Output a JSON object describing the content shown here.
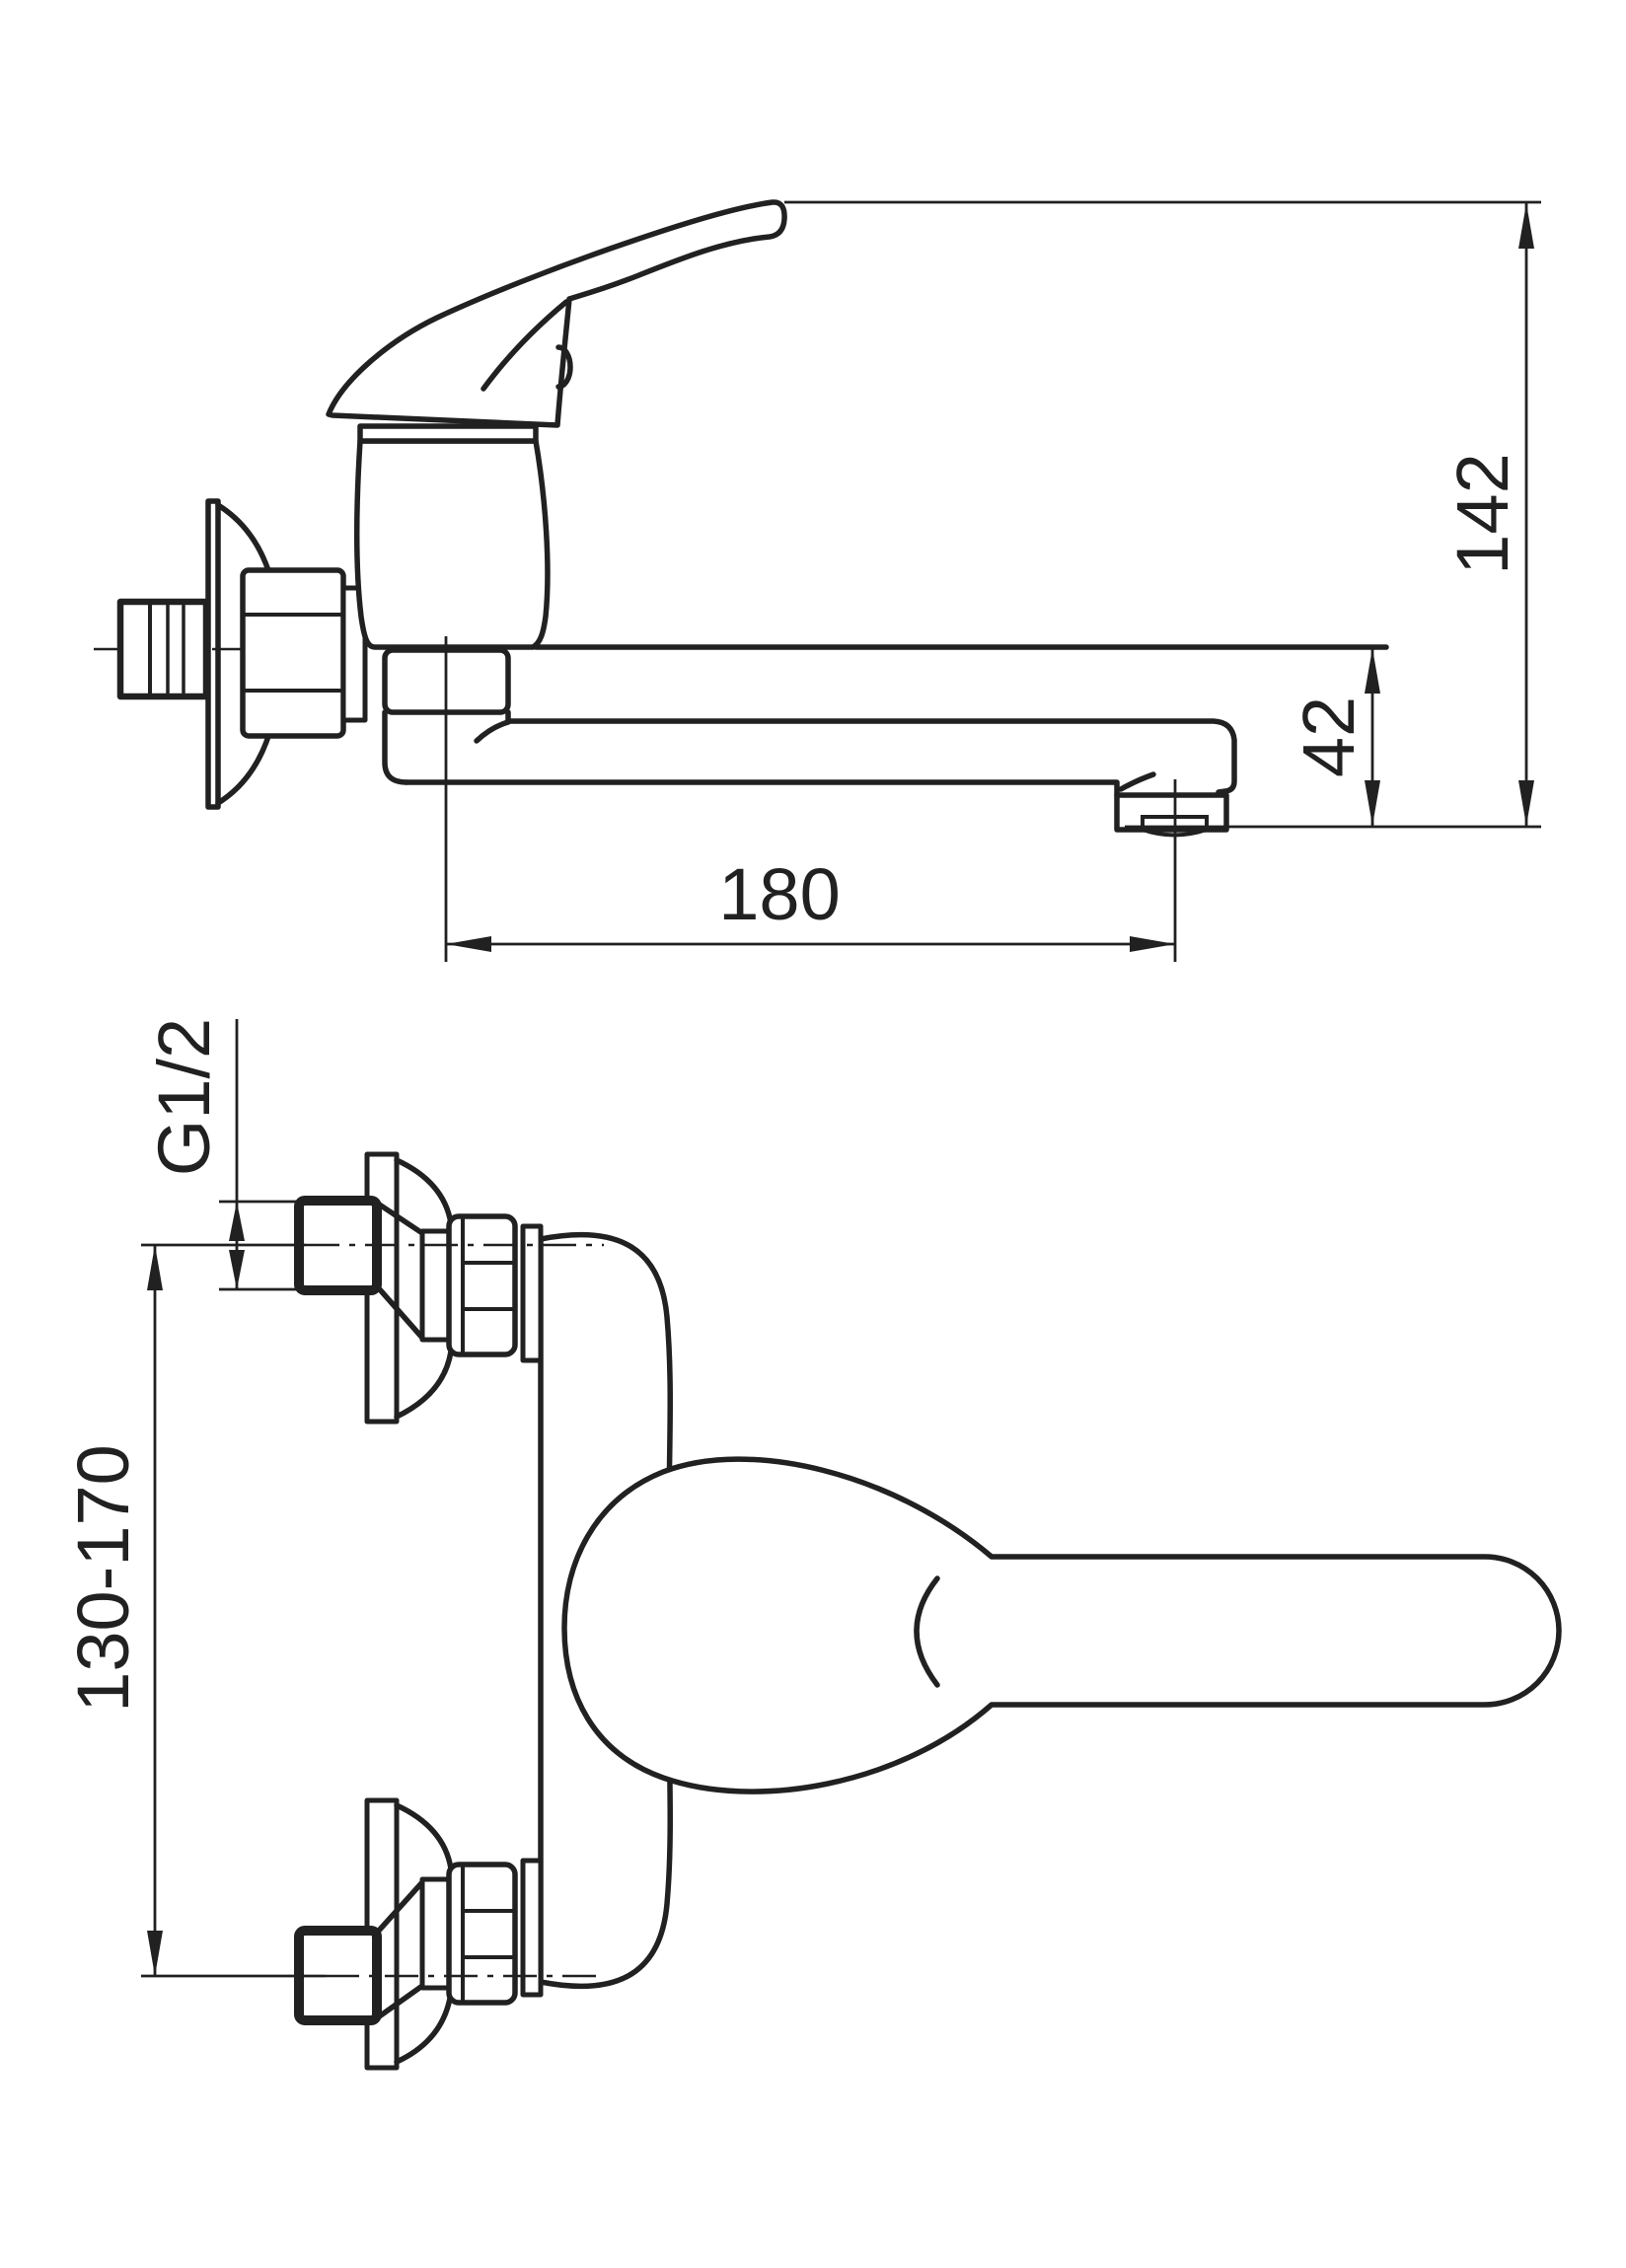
{
  "drawing": {
    "background": "#ffffff",
    "line_color": "#212121",
    "dimensions": {
      "overall_height": {
        "label": "142"
      },
      "spout_height": {
        "label": "42"
      },
      "spout_reach": {
        "label": "180"
      },
      "thread_size": {
        "label": "G1/2"
      },
      "mounting_centers": {
        "label": "130-170"
      }
    }
  }
}
